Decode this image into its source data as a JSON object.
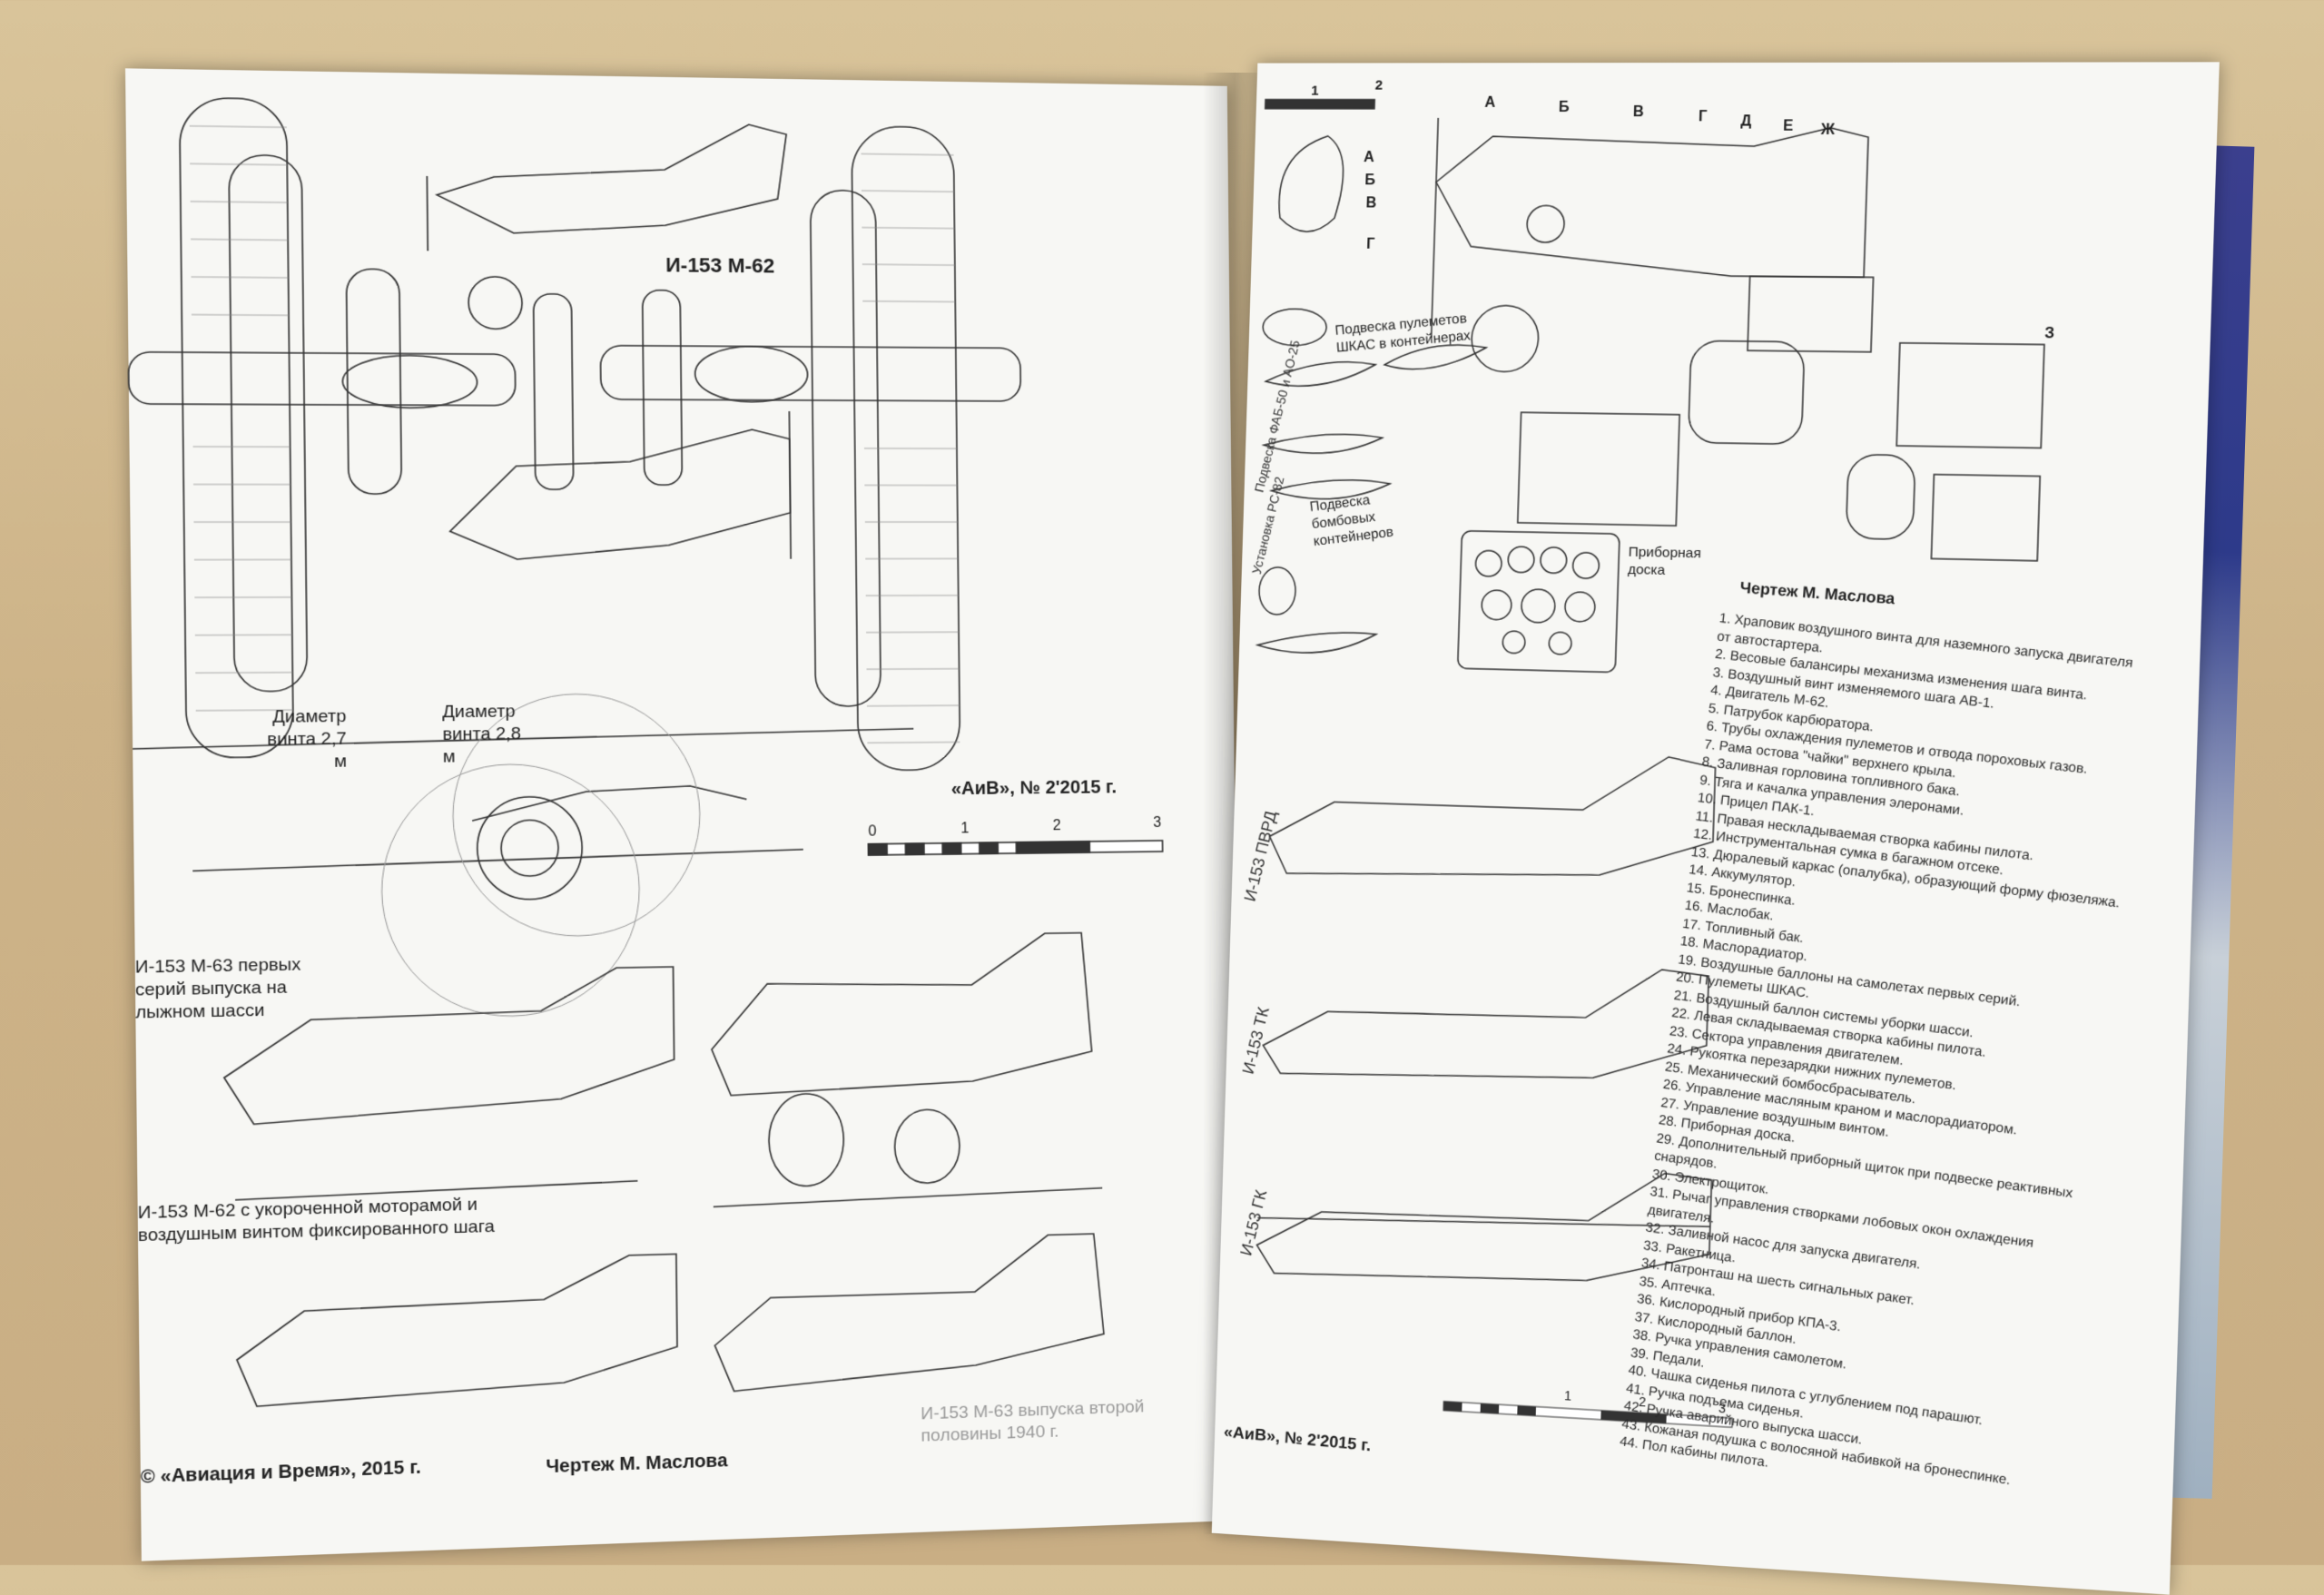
{
  "left_page": {
    "main_title": "И-153 М-62",
    "prop_diam_1": "Диаметр винта 2,7 м",
    "prop_diam_2": "Диаметр винта 2,8 м",
    "journal_ref": "«АиВ», № 2'2015 г.",
    "scale_ticks": [
      "0",
      "1",
      "2",
      "3"
    ],
    "variant_ski": "И-153 М-63 первых серий выпуска на лыжном шасси",
    "variant_short": "И-153 М-62 с укороченной моторамой и воздушным винтом фиксированного шага",
    "variant_late": "И-153 М-63 выпуска второй половины 1940 г.",
    "copyright": "© «Авиация и Время», 2015 г.",
    "author": "Чертеж М. Маслова"
  },
  "right_page": {
    "station_letters": [
      "А",
      "Б",
      "В",
      "Г",
      "Д",
      "Е",
      "Ж"
    ],
    "section_letters": [
      "А",
      "Б",
      "В",
      "Г"
    ],
    "top_scale": [
      "1",
      "2"
    ],
    "label_guns": "Подвеска пулеметов ШКАС в контейнерах",
    "label_fab": "Подвеска ФАБ-50 и АО-25",
    "label_rs": "Установка РС-82",
    "label_bomb_cont": "Подвеска бомбовых контейнеров",
    "label_panel": "Приборная доска",
    "label_z": "З",
    "author": "Чертеж М. Маслова",
    "variant_pvrd": "И-153 ПВРД",
    "variant_tk": "И-153 ТК",
    "variant_gk": "И-153 ГК",
    "journal_ref": "«АиВ», № 2'2015 г.",
    "scale_ticks": [
      "1",
      "2",
      "3"
    ],
    "legend": [
      "1. Храповик воздушного винта для наземного запуска двигателя",
      "от автостартера.",
      "2. Весовые балансиры механизма изменения шага винта.",
      "3. Воздушный винт изменяемого шага АВ-1.",
      "4. Двигатель М-62.",
      "5. Патрубок карбюратора.",
      "6. Трубы охлаждения пулеметов и отвода пороховых газов.",
      "7. Рама остова \"чайки\" верхнего крыла.",
      "8. Заливная горловина топливного бака.",
      "9. Тяга и качалка управления элеронами.",
      "10. Прицел ПАК-1.",
      "11. Правая нескладываемая створка кабины пилота.",
      "12. Инструментальная сумка в багажном отсеке.",
      "13. Дюралевый каркас (опалубка), образующий форму фюзеляжа.",
      "14. Аккумулятор.",
      "15. Бронеспинка.",
      "16. Маслобак.",
      "17. Топливный бак.",
      "18. Маслорадиатор.",
      "19. Воздушные баллоны на самолетах первых серий.",
      "20. Пулеметы ШКАС.",
      "21. Воздушный баллон системы уборки шасси.",
      "22. Левая складываемая створка кабины пилота.",
      "23. Сектора управления двигателем.",
      "24. Рукоятка перезарядки нижних пулеметов.",
      "25. Механический бомбосбрасыватель.",
      "26. Управление масляным краном и маслорадиатором.",
      "27. Управление воздушным винтом.",
      "28. Приборная доска.",
      "29. Дополнительный приборный щиток при подвеске реактивных",
      "снарядов.",
      "30. Электрощиток.",
      "31. Рычаг управления створками лобовых окон охлаждения",
      "двигателя.",
      "32. Заливной насос для запуска двигателя.",
      "33. Ракетница.",
      "34. Патронташ на шесть сигнальных ракет.",
      "35. Аптечка.",
      "36. Кислородный прибор КПА-3.",
      "37. Кислородный баллон.",
      "38. Ручка управления самолетом.",
      "39. Педали.",
      "40. Чашка сиденья пилота с углублением под парашют.",
      "41. Ручка подъема сиденья.",
      "42. Ручка аварийного выпуска шасси.",
      "43. Кожаная подушка с волосяной набивкой на бронеспинке.",
      "44. Пол кабины пилота."
    ]
  }
}
